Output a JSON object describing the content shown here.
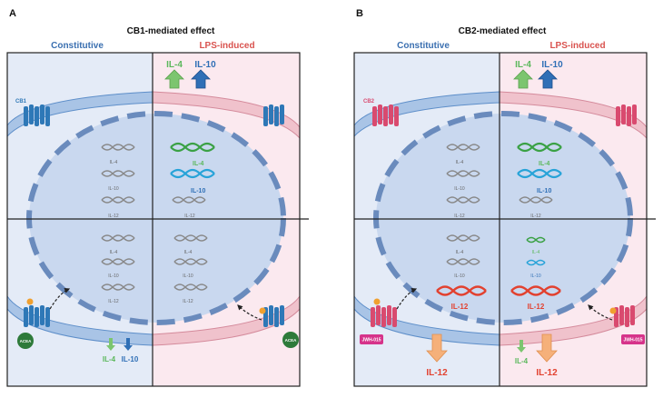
{
  "panels": [
    {
      "letter": "A",
      "title": "CB1-mediated effect",
      "constitutive_label": "Constitutive",
      "lps_label": "LPS-induced",
      "receptor_label": "CB1",
      "agonist_label": "ACEA",
      "top_arrows": [
        "IL-4",
        "IL-10"
      ],
      "bottom_arrows": [
        "IL-4",
        "IL-10"
      ],
      "genes_tl": [
        "IL-4",
        "IL-10",
        "IL-12"
      ],
      "genes_tr": [
        "IL-4",
        "IL-10",
        "IL-12"
      ],
      "genes_bl": [
        "IL-4",
        "IL-10",
        "IL-12"
      ],
      "genes_br": [
        "IL-4",
        "IL-10",
        "IL-12"
      ]
    },
    {
      "letter": "B",
      "title": "CB2-mediated effect",
      "constitutive_label": "Constitutive",
      "lps_label": "LPS-induced",
      "receptor_label": "CB2",
      "agonist_label": "JWH-015",
      "top_arrows": [
        "IL-4",
        "IL-10"
      ],
      "bottom_left_arrow": "IL-12",
      "bottom_right_arrows": [
        "IL-4",
        "IL-12"
      ],
      "genes_tl": [
        "IL-4",
        "IL-10",
        "IL-12"
      ],
      "genes_tr": [
        "IL-4",
        "IL-10",
        "IL-12"
      ],
      "genes_bl": [
        "IL-4",
        "IL-10",
        "IL-12"
      ],
      "genes_br": [
        "IL-4",
        "IL-10",
        "IL-12"
      ]
    }
  ],
  "colors": {
    "constitutive_text": "#3a6fb0",
    "lps_text": "#d9534f",
    "il4": "#5cb85c",
    "il10": "#2f6fb6",
    "il12": "#e2412f",
    "il12_arrow": "#f5b07a",
    "cb1_receptor": "#2e78b7",
    "cb2_receptor": "#d94a6f",
    "acea": "#2d7a3a",
    "jwh": "#d6338a"
  },
  "icons": [
    "dna-helix-icon",
    "receptor-icon",
    "up-arrow-icon",
    "down-arrow-icon",
    "curved-dashed-arrow-icon"
  ]
}
